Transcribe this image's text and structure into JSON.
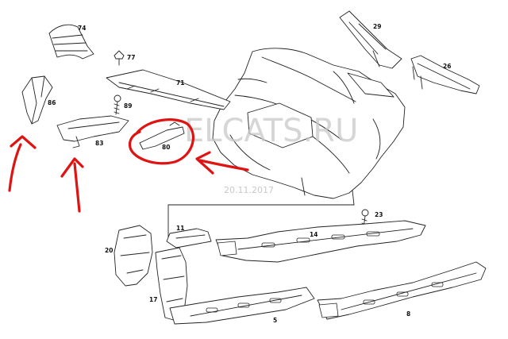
{
  "watermark": {
    "text": "ELCATS.RU",
    "date": "20.11.2017",
    "color": "#c9c9c9"
  },
  "annotation_color": "#e01313",
  "parts": [
    {
      "id": "p74",
      "number": "74"
    },
    {
      "id": "p77",
      "number": "77"
    },
    {
      "id": "p71",
      "number": "71"
    },
    {
      "id": "p86",
      "number": "86"
    },
    {
      "id": "p89",
      "number": "89"
    },
    {
      "id": "p83",
      "number": "83"
    },
    {
      "id": "p80",
      "number": "80"
    },
    {
      "id": "p29",
      "number": "29"
    },
    {
      "id": "p26",
      "number": "26"
    },
    {
      "id": "p23",
      "number": "23"
    },
    {
      "id": "p11",
      "number": "11"
    },
    {
      "id": "p14",
      "number": "14"
    },
    {
      "id": "p20",
      "number": "20"
    },
    {
      "id": "p17",
      "number": "17"
    },
    {
      "id": "p5",
      "number": "5"
    },
    {
      "id": "p8",
      "number": "8"
    }
  ]
}
